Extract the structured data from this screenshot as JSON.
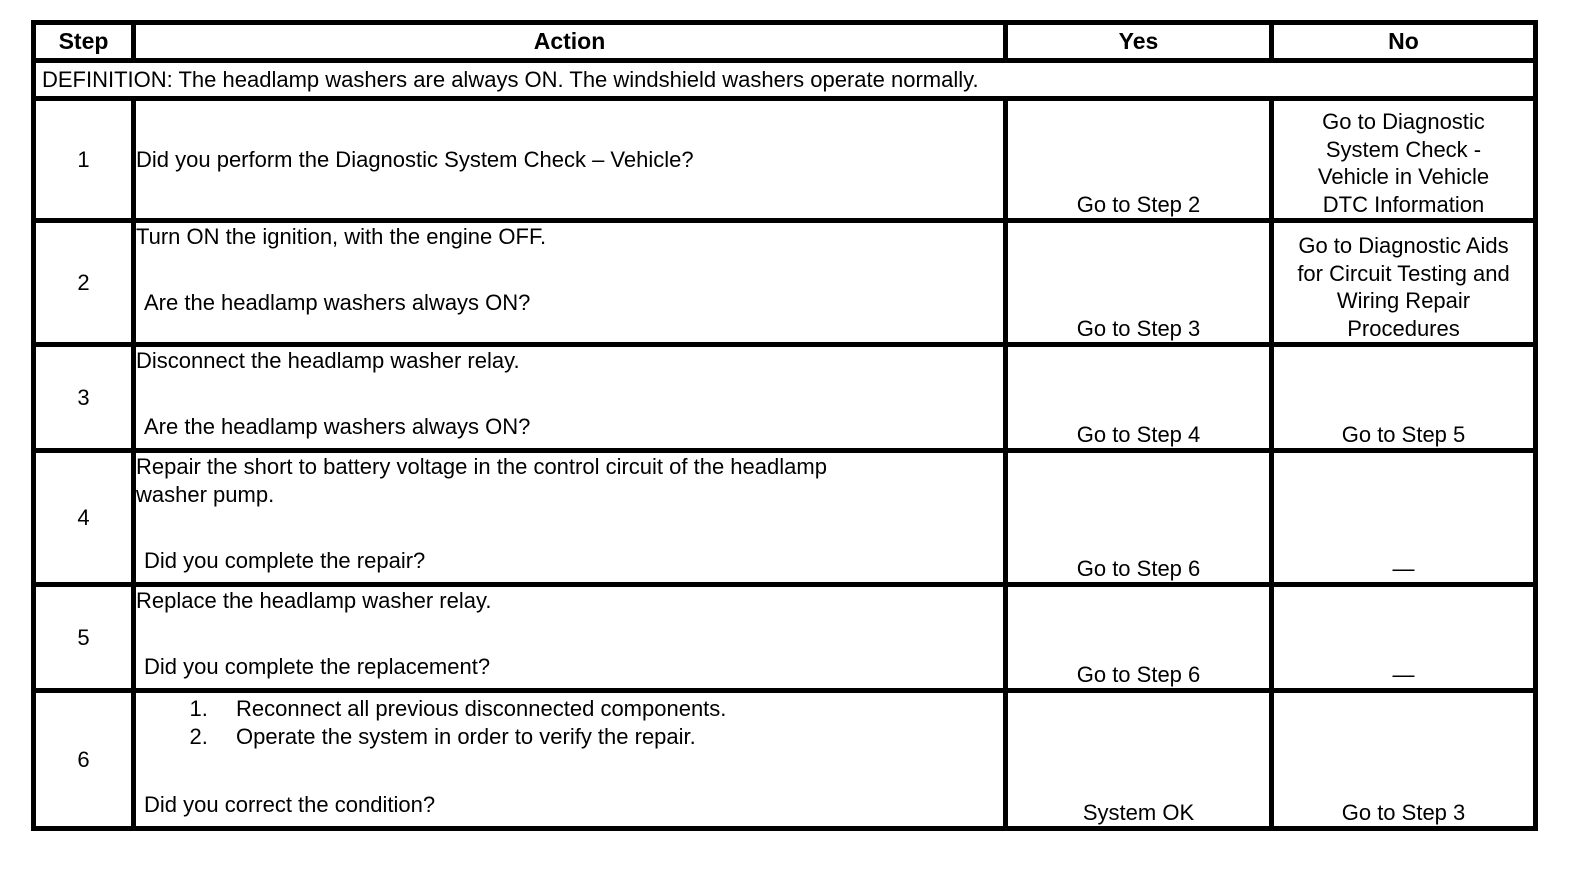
{
  "colors": {
    "border": "#000000",
    "background": "#ffffff",
    "text": "#000000"
  },
  "table": {
    "headers": {
      "step": "Step",
      "action": "Action",
      "yes": "Yes",
      "no": "No"
    },
    "definition": "DEFINITION: The headlamp washers are always ON. The windshield washers operate normally.",
    "rows": [
      {
        "step": "1",
        "action_instruction": "",
        "action_question": "Did you perform the Diagnostic System Check – Vehicle?",
        "yes": "Go to Step 2",
        "no": "Go to Diagnostic\nSystem Check -\nVehicle in Vehicle\nDTC Information"
      },
      {
        "step": "2",
        "action_instruction": "Turn ON the ignition, with the engine OFF.",
        "action_question": "Are the headlamp washers always ON?",
        "yes": "Go to Step 3",
        "no": "Go to Diagnostic Aids\nfor Circuit Testing and\nWiring Repair\nProcedures"
      },
      {
        "step": "3",
        "action_instruction": "Disconnect the headlamp washer relay.",
        "action_question": "Are the headlamp washers always ON?",
        "yes": "Go to Step 4",
        "no": "Go to Step 5"
      },
      {
        "step": "4",
        "action_instruction": "Repair the short to battery voltage in the control circuit of the headlamp\nwasher pump.",
        "action_question": "Did you complete the repair?",
        "yes": "Go to Step 6",
        "no": "—"
      },
      {
        "step": "5",
        "action_instruction": "Replace the headlamp washer relay.",
        "action_question": "Did you complete the replacement?",
        "yes": "Go to Step 6",
        "no": "—"
      },
      {
        "step": "6",
        "action_list": [
          "Reconnect all previous disconnected components.",
          "Operate the system in order to verify the repair."
        ],
        "action_question": "Did you correct the condition?",
        "yes": "System OK",
        "no": "Go to Step 3"
      }
    ]
  }
}
